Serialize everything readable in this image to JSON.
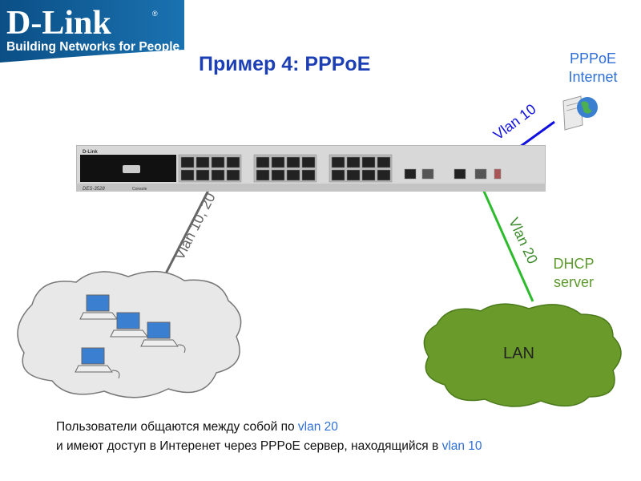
{
  "logo": {
    "brand": "D-Link",
    "tagline": "Building Networks for People"
  },
  "title": "Пример 4: PPPoE",
  "internet": {
    "line1": "PPPoE",
    "line2": "Internet",
    "icon": "server-globe-icon"
  },
  "dhcp": {
    "line1": "DHCP",
    "line2": "server"
  },
  "links": {
    "vlan_uplink": "Vlan 10",
    "vlan_users": "Vlan 10, 20",
    "vlan_lan": "Vlan 20"
  },
  "lan_label": "LAN",
  "switch": {
    "brand": "D-Link",
    "model": "DES-3528",
    "console": "Console"
  },
  "caption": {
    "line1_text": "Пользователи общаются между собой по ",
    "line1_vlan": "vlan 20",
    "line2_text": "и имеют доступ в Интеренет через PPPoE сервер, находящийся в ",
    "line2_vlan": "vlan 10"
  },
  "colors": {
    "blue_link": "#1010e0",
    "green_link": "#2bbb2b",
    "gray_link": "#666666",
    "title": "#1c3fb5",
    "cloud_green": "#6a9a2a",
    "cloud_gray": "#e6e6e6"
  }
}
